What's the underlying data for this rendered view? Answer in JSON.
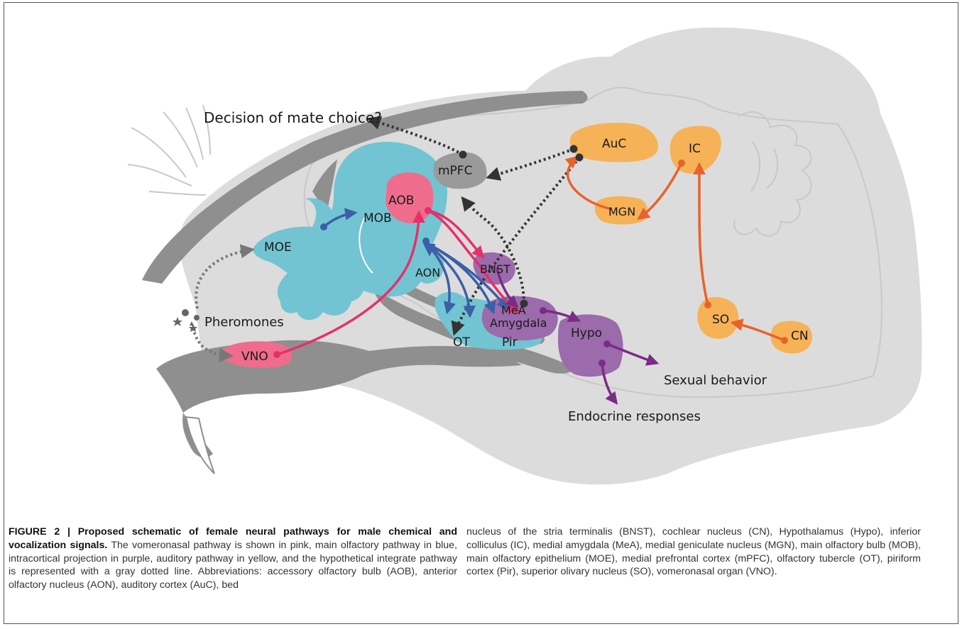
{
  "colors": {
    "head": "#dcdcdc",
    "bone": "#8f8f8f",
    "blue": "#72c4d2",
    "blue_arrow": "#3b5fa8",
    "pink": "#ef6c8d",
    "pink_arrow": "#e6306a",
    "purple": "#9b6bab",
    "purple_arrow": "#7a2c86",
    "orange": "#f6b257",
    "orange_arrow": "#e8622c",
    "gray_region": "#9a9a9a",
    "dots": "#333333"
  },
  "regions": {
    "aob": "AOB",
    "mob": "MOB",
    "moe": "MOE",
    "aon": "AON",
    "vno": "VNO",
    "mpfc": "mPFC",
    "auc": "AuC",
    "mgn": "MGN",
    "ic": "IC",
    "so": "SO",
    "cn": "CN",
    "bnst": "BNST",
    "mea": "MeA",
    "amygdala": "Amygdala",
    "ot": "OT",
    "pir": "Pir",
    "hypo": "Hypo"
  },
  "annotations": {
    "decision": "Decision of mate choice?",
    "pheromones": "Pheromones",
    "sexual": "Sexual behavior",
    "endocrine": "Endocrine responses"
  },
  "caption": {
    "title": "FIGURE 2 | Proposed schematic of female neural pathways for male chemical and vocalization signals.",
    "left_text": "The vomeronasal pathway is shown in pink, main olfactory pathway in blue, intracortical projection in purple, auditory pathway in yellow, and the hypothetical integrate pathway is represented with a gray dotted line. Abbreviations: accessory olfactory bulb (AOB), anterior olfactory nucleus (AON), auditory cortex (AuC), bed",
    "right_text": "nucleus of the stria terminalis (BNST), cochlear nucleus (CN), Hypothalamus (Hypo), inferior colliculus (IC), medial amygdala (MeA), medial geniculate nucleus (MGN), main olfactory bulb (MOB), main olfactory epithelium (MOE), medial prefrontal cortex (mPFC), olfactory tubercle (OT), piriform cortex (Pir), superior olivary nucleus (SO), vomeronasal organ (VNO)."
  }
}
